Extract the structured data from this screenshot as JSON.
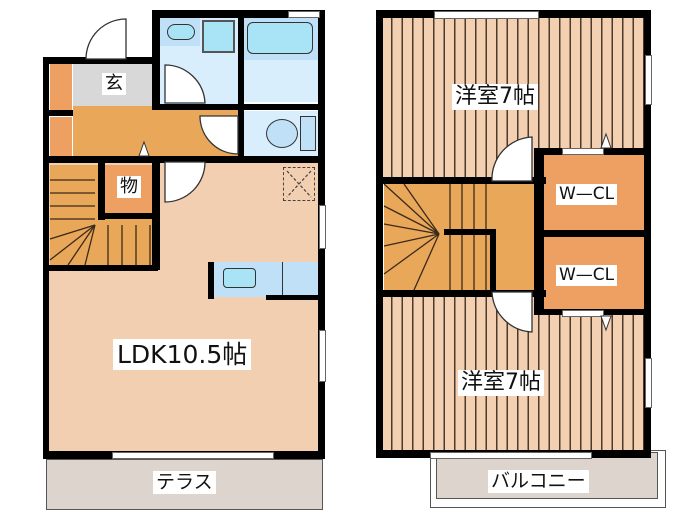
{
  "floor_plan": {
    "floor1": {
      "rooms": {
        "entrance": "玄",
        "storage": "物",
        "ldk": "LDK10.5帖",
        "terrace": "テラス"
      },
      "fixtures": [
        "washbasin",
        "washing-machine-space",
        "bathtub",
        "toilet",
        "kitchen-sink",
        "stairs",
        "ceiling-hatch"
      ]
    },
    "floor2": {
      "rooms": {
        "bedroom_north": "洋室7帖",
        "closet_1": "W—CL",
        "closet_2": "W—CL",
        "bedroom_south": "洋室7帖",
        "balcony": "バルコニー"
      },
      "fixtures": [
        "stairs"
      ]
    },
    "colors": {
      "wall": "#000000",
      "floor_wood": "#f3cfb2",
      "hall": "#e9a759",
      "closet": "#ee9f62",
      "entrance": "#d8d8d8",
      "wet_area": "#d9eefc",
      "terrace": "#ddd5cd"
    }
  }
}
